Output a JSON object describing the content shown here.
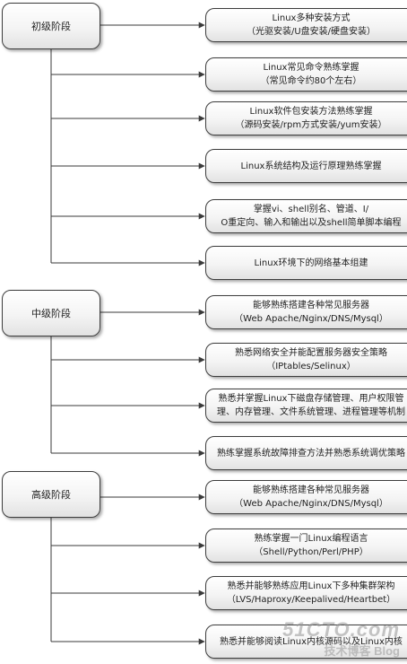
{
  "stages": [
    {
      "label": "初级阶段",
      "items": [
        {
          "lines": [
            "Linux多种安装方式",
            "（光驱安装/U盘安装/硬盘安装）"
          ]
        },
        {
          "lines": [
            "Linux常见命令熟练掌握",
            "（常见命令约80个左右）"
          ]
        },
        {
          "lines": [
            "Linux软件包安装方法熟练掌握",
            "（源码安装/rpm方式安装/yum安装）"
          ]
        },
        {
          "lines": [
            "Linux系统结构及运行原理熟练掌握"
          ]
        },
        {
          "lines": [
            "掌握vi、shell别名、管道、I/",
            "O重定向、输入和输出以及shell简单脚本编程"
          ]
        },
        {
          "lines": [
            "Linux环境下的网络基本组建"
          ]
        }
      ]
    },
    {
      "label": "中级阶段",
      "items": [
        {
          "lines": [
            "能够熟练搭建各种常见服务器",
            "（Web Apache/Nginx/DNS/Mysql）"
          ]
        },
        {
          "lines": [
            "熟悉网络安全并能配置服务器安全策略",
            "（IPtables/Selinux）"
          ]
        },
        {
          "lines": [
            "熟悉并掌握Linux下磁盘存储管理、用户权限管",
            "理、内存管理、文件系统管理、进程管理等机制"
          ]
        },
        {
          "lines": [
            "熟练掌握系统故障排查方法并熟悉系统调优策略"
          ]
        }
      ]
    },
    {
      "label": "高级阶段",
      "items": [
        {
          "lines": [
            "能够熟练搭建各种常见服务器",
            "（Web Apache/Nginx/DNS/Mysql）"
          ]
        },
        {
          "lines": [
            "熟练掌握一门Linux编程语言",
            "（Shell/Python/Perl/PHP）"
          ]
        },
        {
          "lines": [
            "熟悉并能够熟练应用Linux下多种集群架构",
            "（LVS/Haproxy/Keepalived/Heartbet）"
          ]
        },
        {
          "lines": [
            "熟悉并能够阅读Linux内核源码以及Linux内核"
          ]
        }
      ]
    }
  ],
  "watermark": {
    "line1": "51CTO.com",
    "line2": "技术博客  Blog"
  },
  "colors": {
    "line": "#3a3a3a",
    "border": "#3d3d3d"
  }
}
